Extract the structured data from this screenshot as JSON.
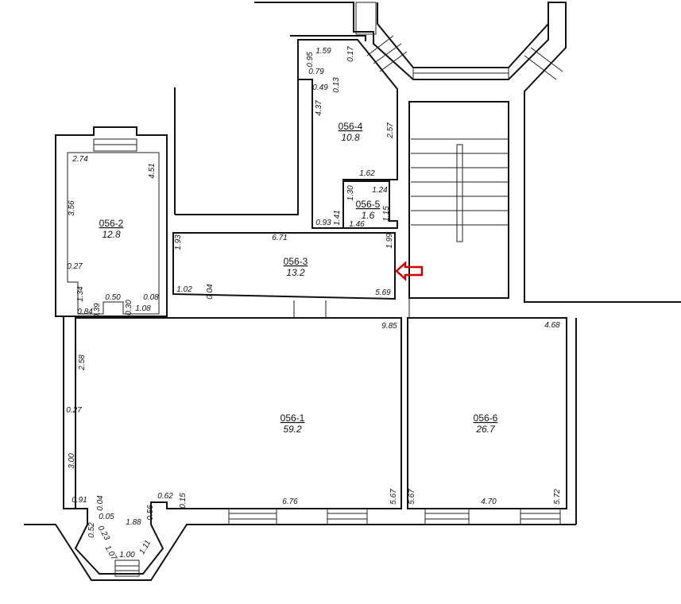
{
  "plan": {
    "marker_color": "#d00000",
    "marker_icon": "left-arrow-icon",
    "rooms": [
      {
        "id": "056-1",
        "area": "59.2",
        "dims": [
          "9.85",
          "2.58",
          "0.27",
          "3.00",
          "0.91",
          "6.76",
          "5.67",
          "0.62",
          "0.15",
          "1.88",
          "1.07",
          "1.00",
          "1.11",
          "0.56",
          "0.23",
          "0.52",
          "0.05",
          "0.04"
        ]
      },
      {
        "id": "056-2",
        "area": "12.8",
        "dims": [
          "2.74",
          "4.51",
          "3.56",
          "0.27",
          "1.34",
          "0.50",
          "0.30",
          "0.39",
          "0.84",
          "1.08",
          "0.08"
        ]
      },
      {
        "id": "056-3",
        "area": "13.2",
        "dims": [
          "1.93",
          "6.71",
          "1.99",
          "1.02",
          "0.04",
          "5.69"
        ]
      },
      {
        "id": "056-4",
        "area": "10.8",
        "dims": [
          "1.59",
          "0.95",
          "0.17",
          "0.79",
          "0.49",
          "0.13",
          "4.37",
          "2.57",
          "1.62",
          "0.93",
          "1.41"
        ]
      },
      {
        "id": "056-5",
        "area": "1.6",
        "dims": [
          "1.30",
          "1.24",
          "1.15",
          "1.46"
        ]
      },
      {
        "id": "056-6",
        "area": "26.7",
        "dims": [
          "4.68",
          "5.67",
          "4.70",
          "5.72"
        ]
      }
    ]
  }
}
